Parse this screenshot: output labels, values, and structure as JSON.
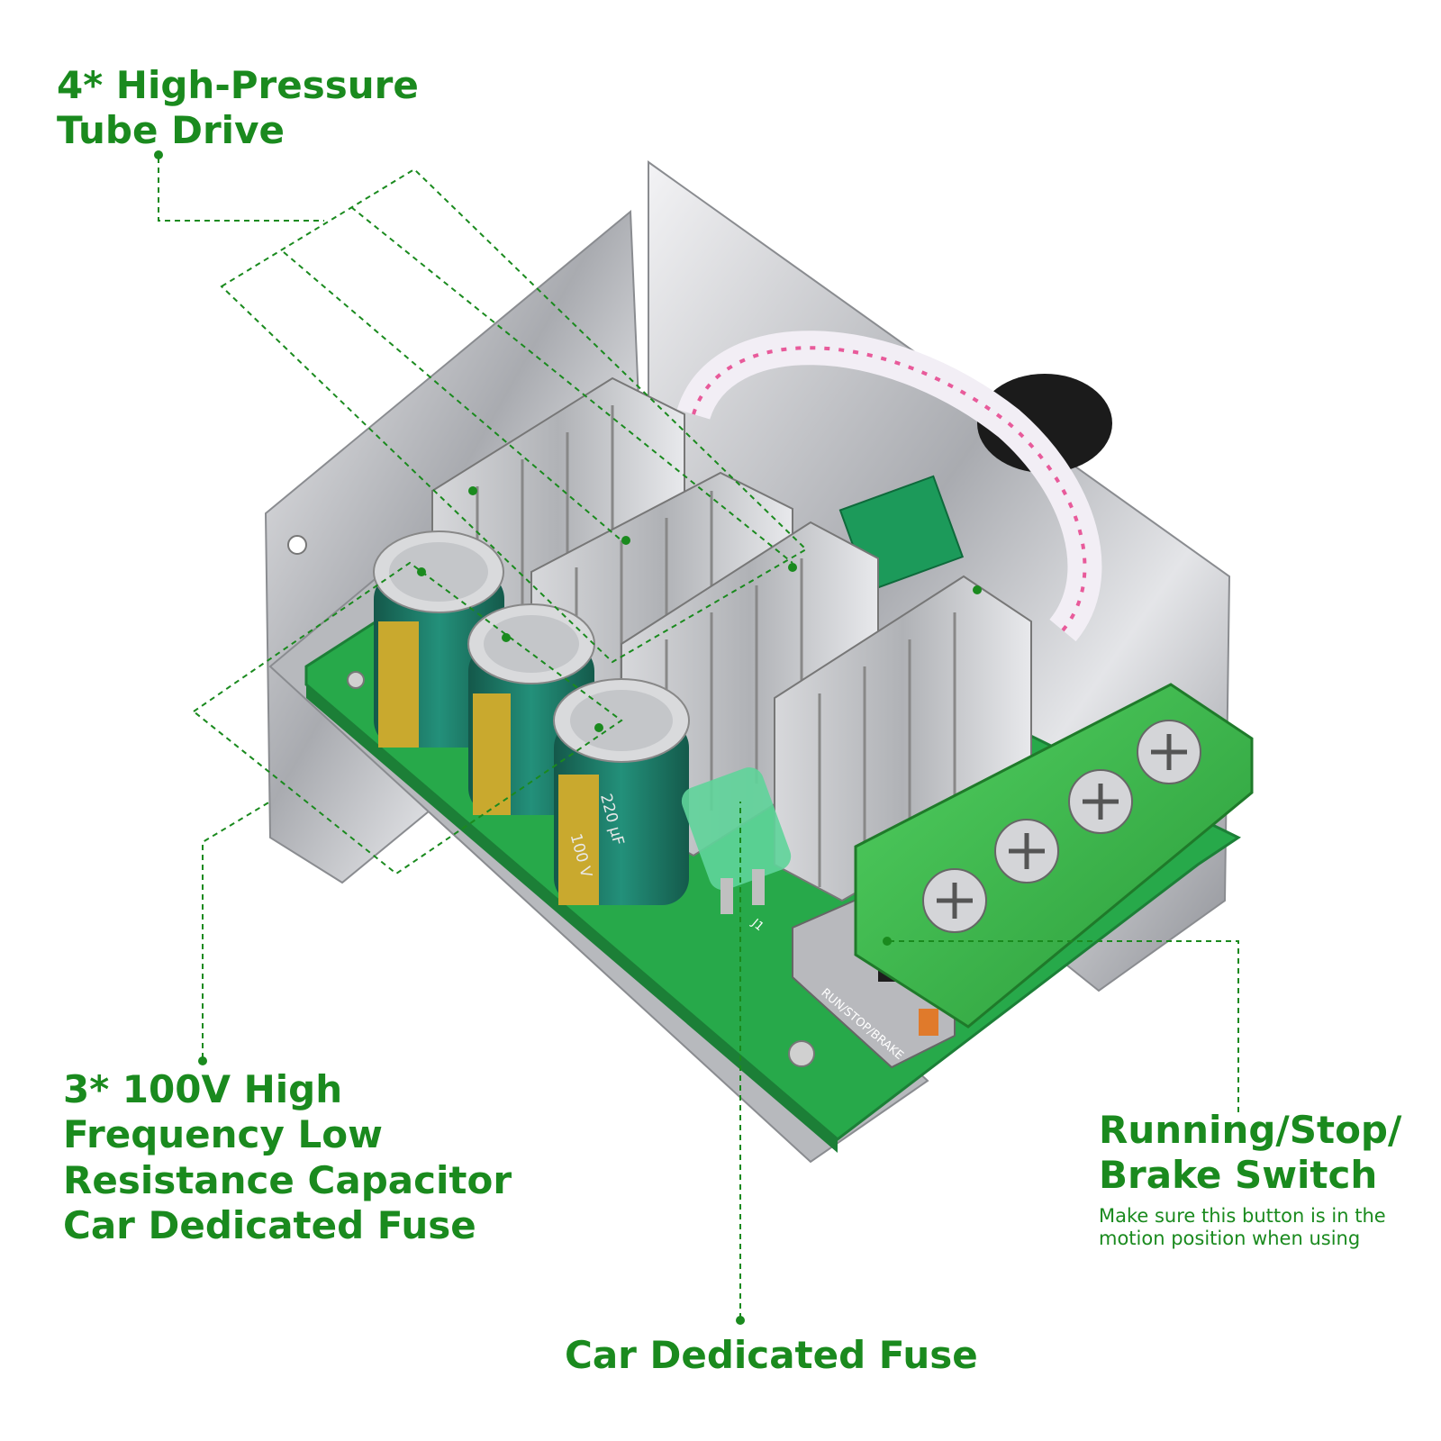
{
  "annotations": {
    "tube_drive": {
      "line1": "4* High-Pressure",
      "line2": "Tube Drive"
    },
    "capacitor": {
      "line1": "3* 100V High",
      "line2": "Frequency Low",
      "line3": "Resistance Capacitor",
      "line4": "Car Dedicated Fuse"
    },
    "switch": {
      "line1": "Running/Stop/",
      "line2": "Brake Switch",
      "note1": "Make sure this button is in the",
      "note2": "motion position when using"
    },
    "fuse": {
      "line1": "Car Dedicated Fuse"
    }
  },
  "board_markings": {
    "capacitor_rating": "220 µF",
    "capacitor_voltage": "100 V",
    "switch_marking": "RUN/STOP/BRAKE",
    "jumper_label": "J1"
  },
  "colors": {
    "label_green": "#1a8a1e",
    "pcb_green": "#27a94a",
    "terminal_green": "#3fbf4e",
    "heatsink_silver": "#c8c8cc",
    "capacitor_green": "#1f7a64",
    "capacitor_gold": "#c9a92e"
  },
  "icons": [
    "pcb-board-image",
    "dotted-callout-line"
  ]
}
